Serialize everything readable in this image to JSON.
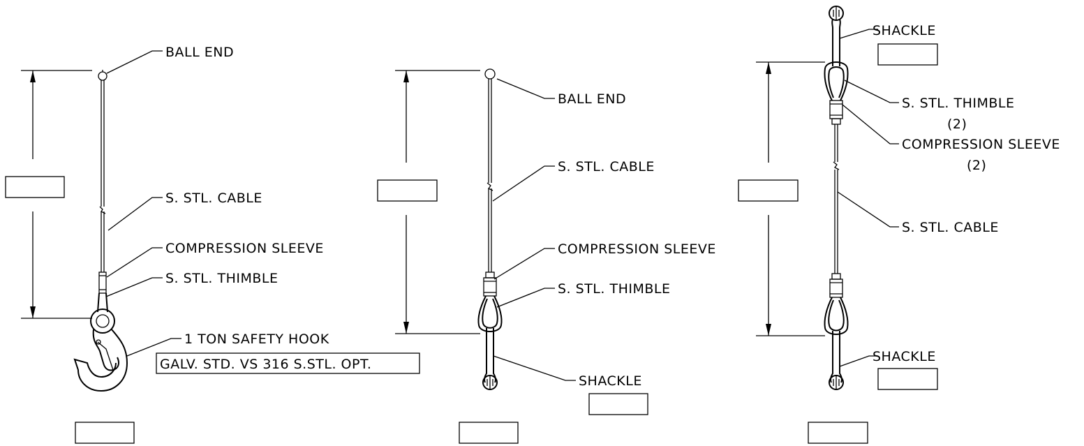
{
  "diagrams": [
    {
      "name": "hook-assembly",
      "labels": {
        "ball_end": "BALL END",
        "cable": "S. STL. CABLE",
        "sleeve": "COMPRESSION SLEEVE",
        "thimble": "S. STL. THIMBLE",
        "hook": "1 TON SAFETY HOOK",
        "hook_note": "GALV. STD. VS 316 S.STL. OPT."
      }
    },
    {
      "name": "shackle-assembly",
      "labels": {
        "ball_end": "BALL END",
        "cable": "S. STL. CABLE",
        "sleeve": "COMPRESSION SLEEVE",
        "thimble": "S. STL. THIMBLE",
        "shackle": "SHACKLE"
      }
    },
    {
      "name": "double-shackle-assembly",
      "labels": {
        "shackle_top": "SHACKLE",
        "thimble": "S. STL. THIMBLE",
        "thimble_qty": "(2)",
        "sleeve": "COMPRESSION SLEEVE",
        "sleeve_qty": "(2)",
        "cable": "S. STL. CABLE",
        "shackle_bottom": "SHACKLE"
      }
    }
  ]
}
